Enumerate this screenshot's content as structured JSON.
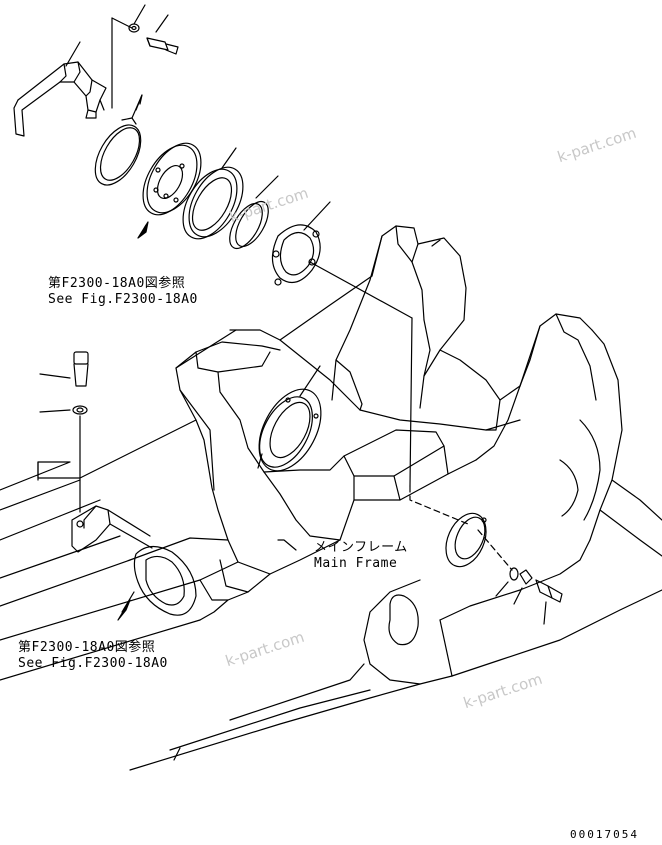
{
  "references": {
    "upper": {
      "jp": "第F2300-18A0図参照",
      "en": "See Fig.F2300-18A0"
    },
    "lower": {
      "jp": "第F2300-18A0図参照",
      "en": "See Fig.F2300-18A0"
    }
  },
  "main_frame": {
    "jp": "メインフレーム",
    "en": "Main Frame"
  },
  "drawing_number": "00017054",
  "watermarks": [
    "k-part.com",
    "k-part.com",
    "k-part.com",
    "k-part.com"
  ]
}
